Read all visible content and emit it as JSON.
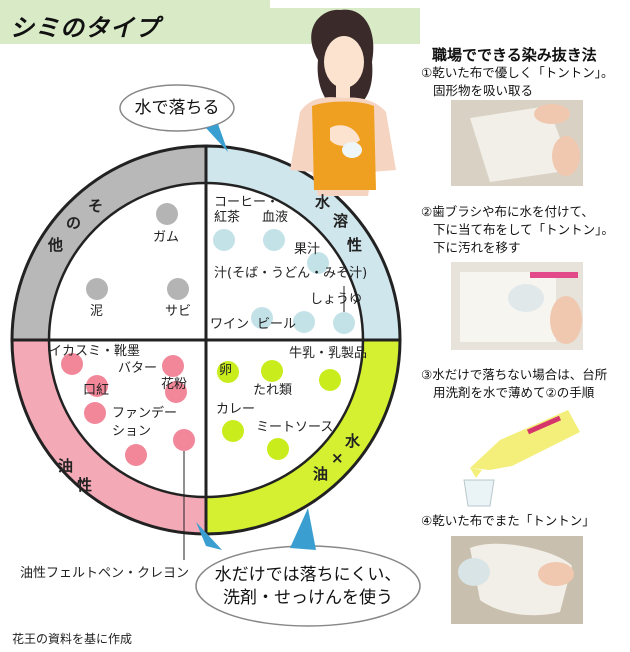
{
  "title": "シミのタイプ",
  "bubble_top": "水で落ちる",
  "bubble_bottom": [
    "水だけでは落ちにくい、",
    "洗剤・せっけんを使う"
  ],
  "quadrants": {
    "other": {
      "label": [
        "他",
        "の",
        "そ"
      ],
      "color": "#b8b8b8",
      "dot": "#b4b4b4",
      "items": [
        "ガム",
        "泥",
        "サビ"
      ]
    },
    "water": {
      "label": [
        "水",
        "溶",
        "性"
      ],
      "color": "#cfe6ec",
      "dot": "#c3e2e8",
      "items": [
        "コーヒー・",
        "紅茶",
        "血液",
        "果汁",
        "汁(そば・うどん・みそ汁)",
        "しょうゆ",
        "ワイン",
        "ビール"
      ]
    },
    "oil": {
      "label": [
        "油",
        "性"
      ],
      "color": "#f4a9b6",
      "dot": "#f2879a",
      "items": [
        "イカスミ・靴墨",
        "バター",
        "口紅",
        "花粉",
        "ファンデー",
        "ション"
      ]
    },
    "mixed": {
      "label": [
        "水",
        "×",
        "油"
      ],
      "color": "#d4f030",
      "dot": "#c9ec1c",
      "items": [
        "卵",
        "牛乳・乳製品",
        "たれ類",
        "カレー",
        "ミートソース"
      ]
    }
  },
  "pen_label": "油性フェルトペン・クレヨン",
  "steps_title": "職場でできる染み抜き法",
  "steps": [
    [
      "①乾いた布で優しく「トントン」。",
      "固形物を吸い取る"
    ],
    [
      "②歯ブラシや布に水を付けて、",
      "下に当て布をして「トントン」。",
      "下に汚れを移す"
    ],
    [
      "③水だけで落ちない場合は、台所",
      "用洗剤を水で薄めて②の手順"
    ],
    [
      "④乾いた布でまた「トントン」"
    ]
  ],
  "credit": "花王の資料を基に作成"
}
